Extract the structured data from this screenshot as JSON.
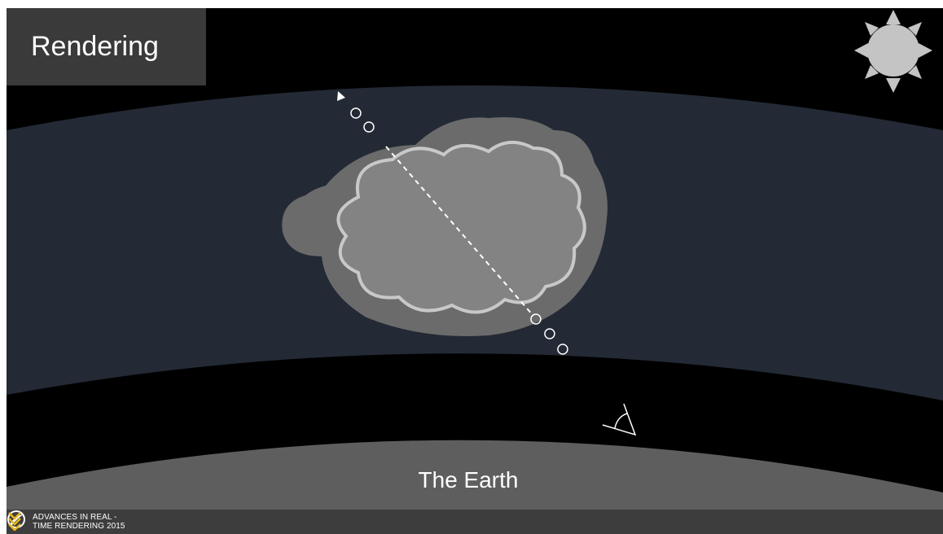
{
  "slide": {
    "title": "Rendering",
    "earth_label": "The Earth"
  },
  "footer": {
    "line1": "ADVANCES IN REAL -",
    "line2": "TIME RENDERING 2015",
    "logo_icon": "swoosh-logo-icon",
    "brand_icon": "chevron-logo-icon"
  },
  "colors": {
    "space": "#000000",
    "atmosphere": "#232a35",
    "cloud_outer": "#6b6b6b",
    "cloud_inner": "#838383",
    "cloud_outline": "#c8c8c8",
    "earth": "#5e5e5e",
    "sun": "#c4c4c4",
    "title_box": "#3a3a3a",
    "footer_bar": "#3d3d3d",
    "brand_accent": "#e8b81a"
  },
  "icons": {
    "sun": "sun-icon",
    "eye": "eye-viewer-icon",
    "ray_arrow": "arrow-head-icon"
  }
}
